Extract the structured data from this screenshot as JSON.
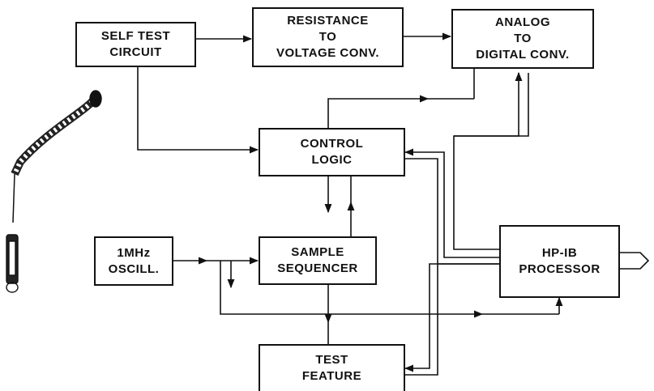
{
  "blocks": {
    "self_test": {
      "line1": "SELF TEST",
      "line2": "CIRCUIT"
    },
    "resistance": {
      "line1": "RESISTANCE",
      "line2": "TO",
      "line3": "VOLTAGE CONV."
    },
    "analog": {
      "line1": "ANALOG",
      "line2": "TO",
      "line3": "DIGITAL CONV."
    },
    "control": {
      "line1": "CONTROL",
      "line2": "LOGIC"
    },
    "oscill": {
      "line1": "1MHz",
      "line2": "OSCILL."
    },
    "sequencer": {
      "line1": "SAMPLE",
      "line2": "SEQUENCER"
    },
    "hpib": {
      "line1": "HP-IB",
      "line2": "PROCESSOR"
    },
    "test_feature": {
      "line1": "TEST",
      "line2": "FEATURE"
    }
  },
  "colors": {
    "line": "#111111",
    "probe_tube": "#222222"
  },
  "icons": {
    "probe": "temperature-probe-icon"
  }
}
